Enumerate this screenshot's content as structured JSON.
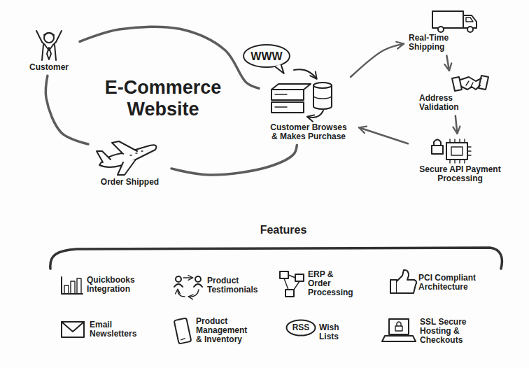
{
  "diagram": {
    "title": "E-Commerce Website",
    "nodes": [
      {
        "text": [
          "Customer"
        ]
      },
      {
        "text": [
          "WWW"
        ]
      },
      {
        "text": [
          "Customer Browses & Makes Purchase"
        ]
      },
      {
        "text": [
          "Real-Time Shipping"
        ]
      },
      {
        "text": [
          "Address Validation"
        ]
      },
      {
        "text": [
          "Secure API Payment Processing"
        ]
      },
      {
        "text": [
          "Order Shipped"
        ]
      },
      {
        "text": [
          "RSS"
        ]
      }
    ],
    "edges": [
      {
        "from": 0,
        "to": 2,
        "arrow": "none"
      },
      {
        "from": 2,
        "to": 3,
        "arrow": "to"
      },
      {
        "from": 3,
        "to": 4,
        "arrow": "to"
      },
      {
        "from": 4,
        "to": 5,
        "arrow": "to"
      },
      {
        "from": 5,
        "to": 2,
        "arrow": "to"
      },
      {
        "from": 0,
        "to": 6,
        "arrow": "none"
      },
      {
        "from": 6,
        "to": 2,
        "arrow": "none"
      }
    ],
    "labels": [
      "Features",
      "Quickbooks Integration",
      "Product Testimonials",
      "ERP & Order Processing",
      "PCI Compliant Architecture",
      "Email Newsletters",
      "Product Management & Inventory",
      "Wish Lists",
      "SSL Secure Hosting & Checkouts"
    ]
  }
}
